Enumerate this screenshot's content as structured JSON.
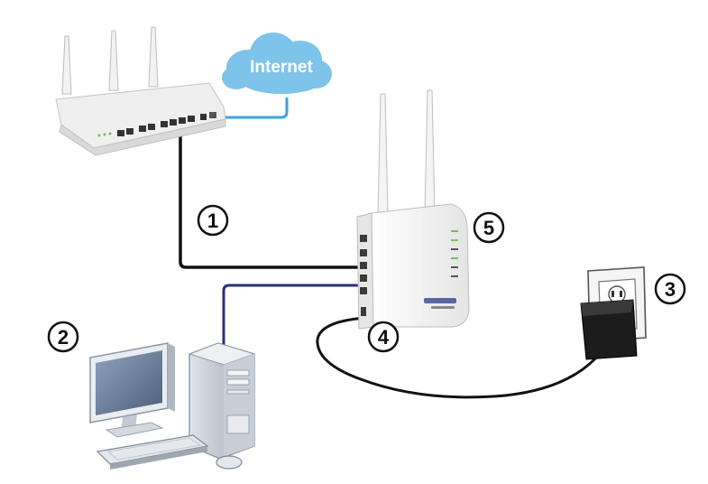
{
  "cloud": {
    "label": "Internet"
  },
  "step_labels": {
    "one": "1",
    "two": "2",
    "three": "3",
    "four": "4",
    "five": "5"
  },
  "colors": {
    "cloud": "#7ec3ea",
    "cable_black": "#111111",
    "cable_navy": "#2b2f78",
    "cable_blue": "#3aa3e0",
    "device_white": "#f4f4f4",
    "monitor_screen": "#5f7391",
    "pc_gray": "#b9c0c8",
    "led_green": "#7cc242"
  }
}
